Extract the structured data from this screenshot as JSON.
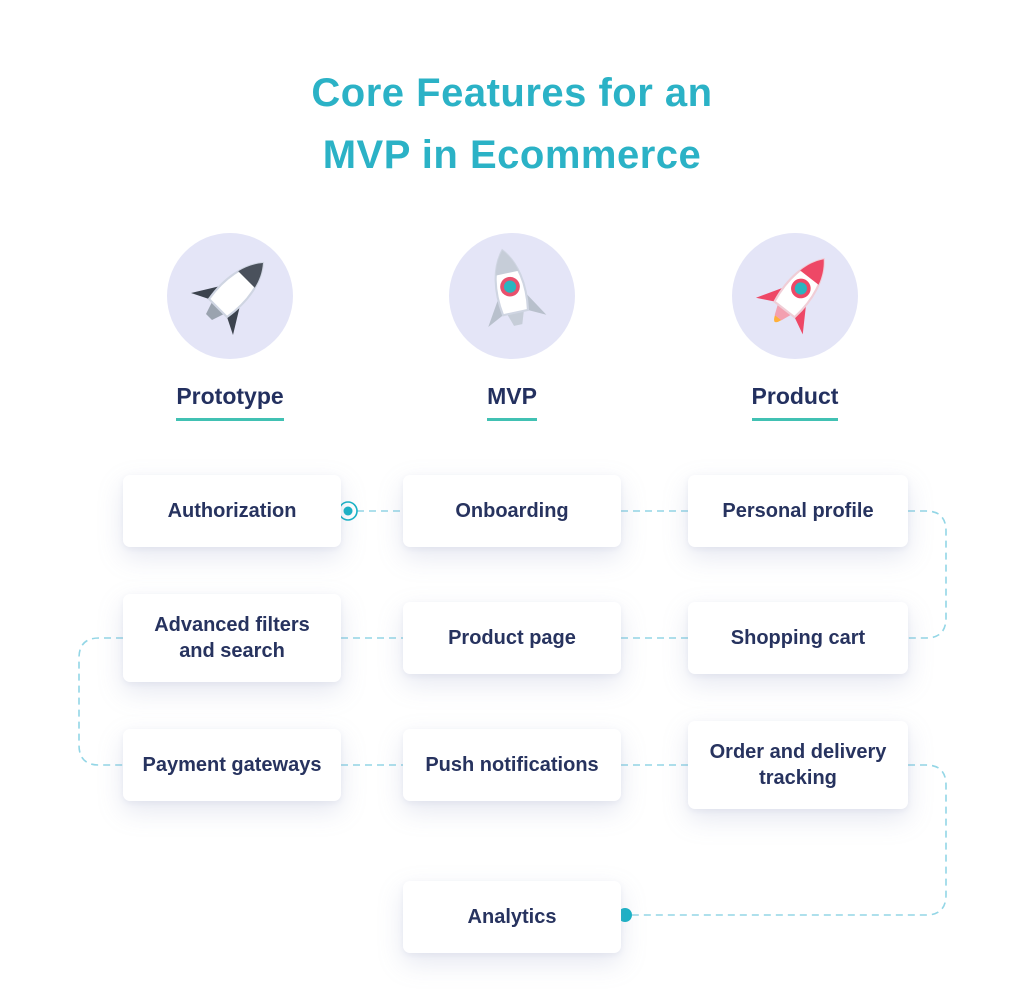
{
  "title": {
    "lines": [
      "Core Features for an",
      "MVP in Ecommerce"
    ]
  },
  "stages": [
    {
      "label": "Prototype",
      "icon": "prototype-rocket-icon"
    },
    {
      "label": "MVP",
      "icon": "mvp-rocket-icon"
    },
    {
      "label": "Product",
      "icon": "product-rocket-icon"
    }
  ],
  "cards": [
    {
      "label": "Authorization",
      "column": "Prototype",
      "row": 1
    },
    {
      "label": "Onboarding",
      "column": "MVP",
      "row": 1
    },
    {
      "label": "Personal profile",
      "column": "Product",
      "row": 1
    },
    {
      "label": "Advanced filters and search",
      "column": "Prototype",
      "row": 2
    },
    {
      "label": "Product page",
      "column": "MVP",
      "row": 2
    },
    {
      "label": "Shopping cart",
      "column": "Product",
      "row": 2
    },
    {
      "label": "Payment gateways",
      "column": "Prototype",
      "row": 3
    },
    {
      "label": "Push notifications",
      "column": "MVP",
      "row": 3
    },
    {
      "label": "Order and delivery tracking",
      "column": "Product",
      "row": 3
    },
    {
      "label": "Analytics",
      "column": "MVP",
      "row": 4
    }
  ],
  "flow": {
    "start_marker": "Authorization",
    "end_marker": "Analytics",
    "order": [
      "Authorization",
      "Onboarding",
      "Personal profile",
      "Shopping cart",
      "Product page",
      "Advanced filters and search",
      "Payment gateways",
      "Push notifications",
      "Order and delivery tracking",
      "Analytics"
    ]
  },
  "colors": {
    "title": "#2bb2c6",
    "card_text": "#27335f",
    "stage_underline": "#41c1b3",
    "connector_dash": "#93d6e6",
    "flow_dot": "#17b3c6",
    "stage_circle_bg": "#e4e5f7",
    "card_bg": "#ffffff",
    "rocket_pink": "#ee4866",
    "rocket_flame": "#ffb03a"
  }
}
